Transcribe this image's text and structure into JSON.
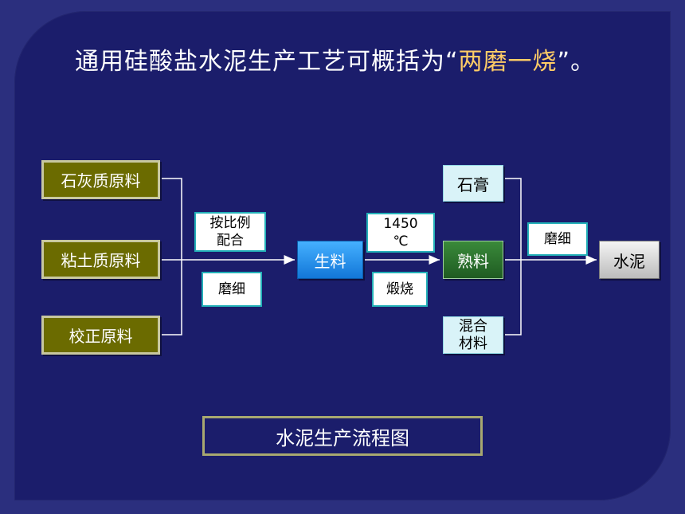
{
  "title": {
    "prefix": "通用硅酸盐水泥生产工艺可概括为“",
    "highlight": "两磨一烧",
    "suffix": "”。"
  },
  "raw_materials": {
    "limestone": "石灰质原料",
    "clay": "粘土质原料",
    "corrective": "校正原料"
  },
  "step1": {
    "top_label": "按比例\n配合",
    "bottom_label": "磨细"
  },
  "raw_meal": "生料",
  "step2": {
    "top_label": "1450\n℃",
    "bottom_label": "煅烧"
  },
  "clinker": "熟料",
  "additives": {
    "gypsum": "石膏",
    "mixed": "混合\n材料"
  },
  "step3": {
    "label": "磨细"
  },
  "product": "水泥",
  "caption": "水泥生产流程图",
  "colors": {
    "background": "#1b1d6b",
    "highlight": "#ffcc66",
    "olive": "#6b6b00",
    "raw_meal": "#1e8fea",
    "clinker": "#2e6e2e",
    "cyan": "#d9f3f8"
  }
}
